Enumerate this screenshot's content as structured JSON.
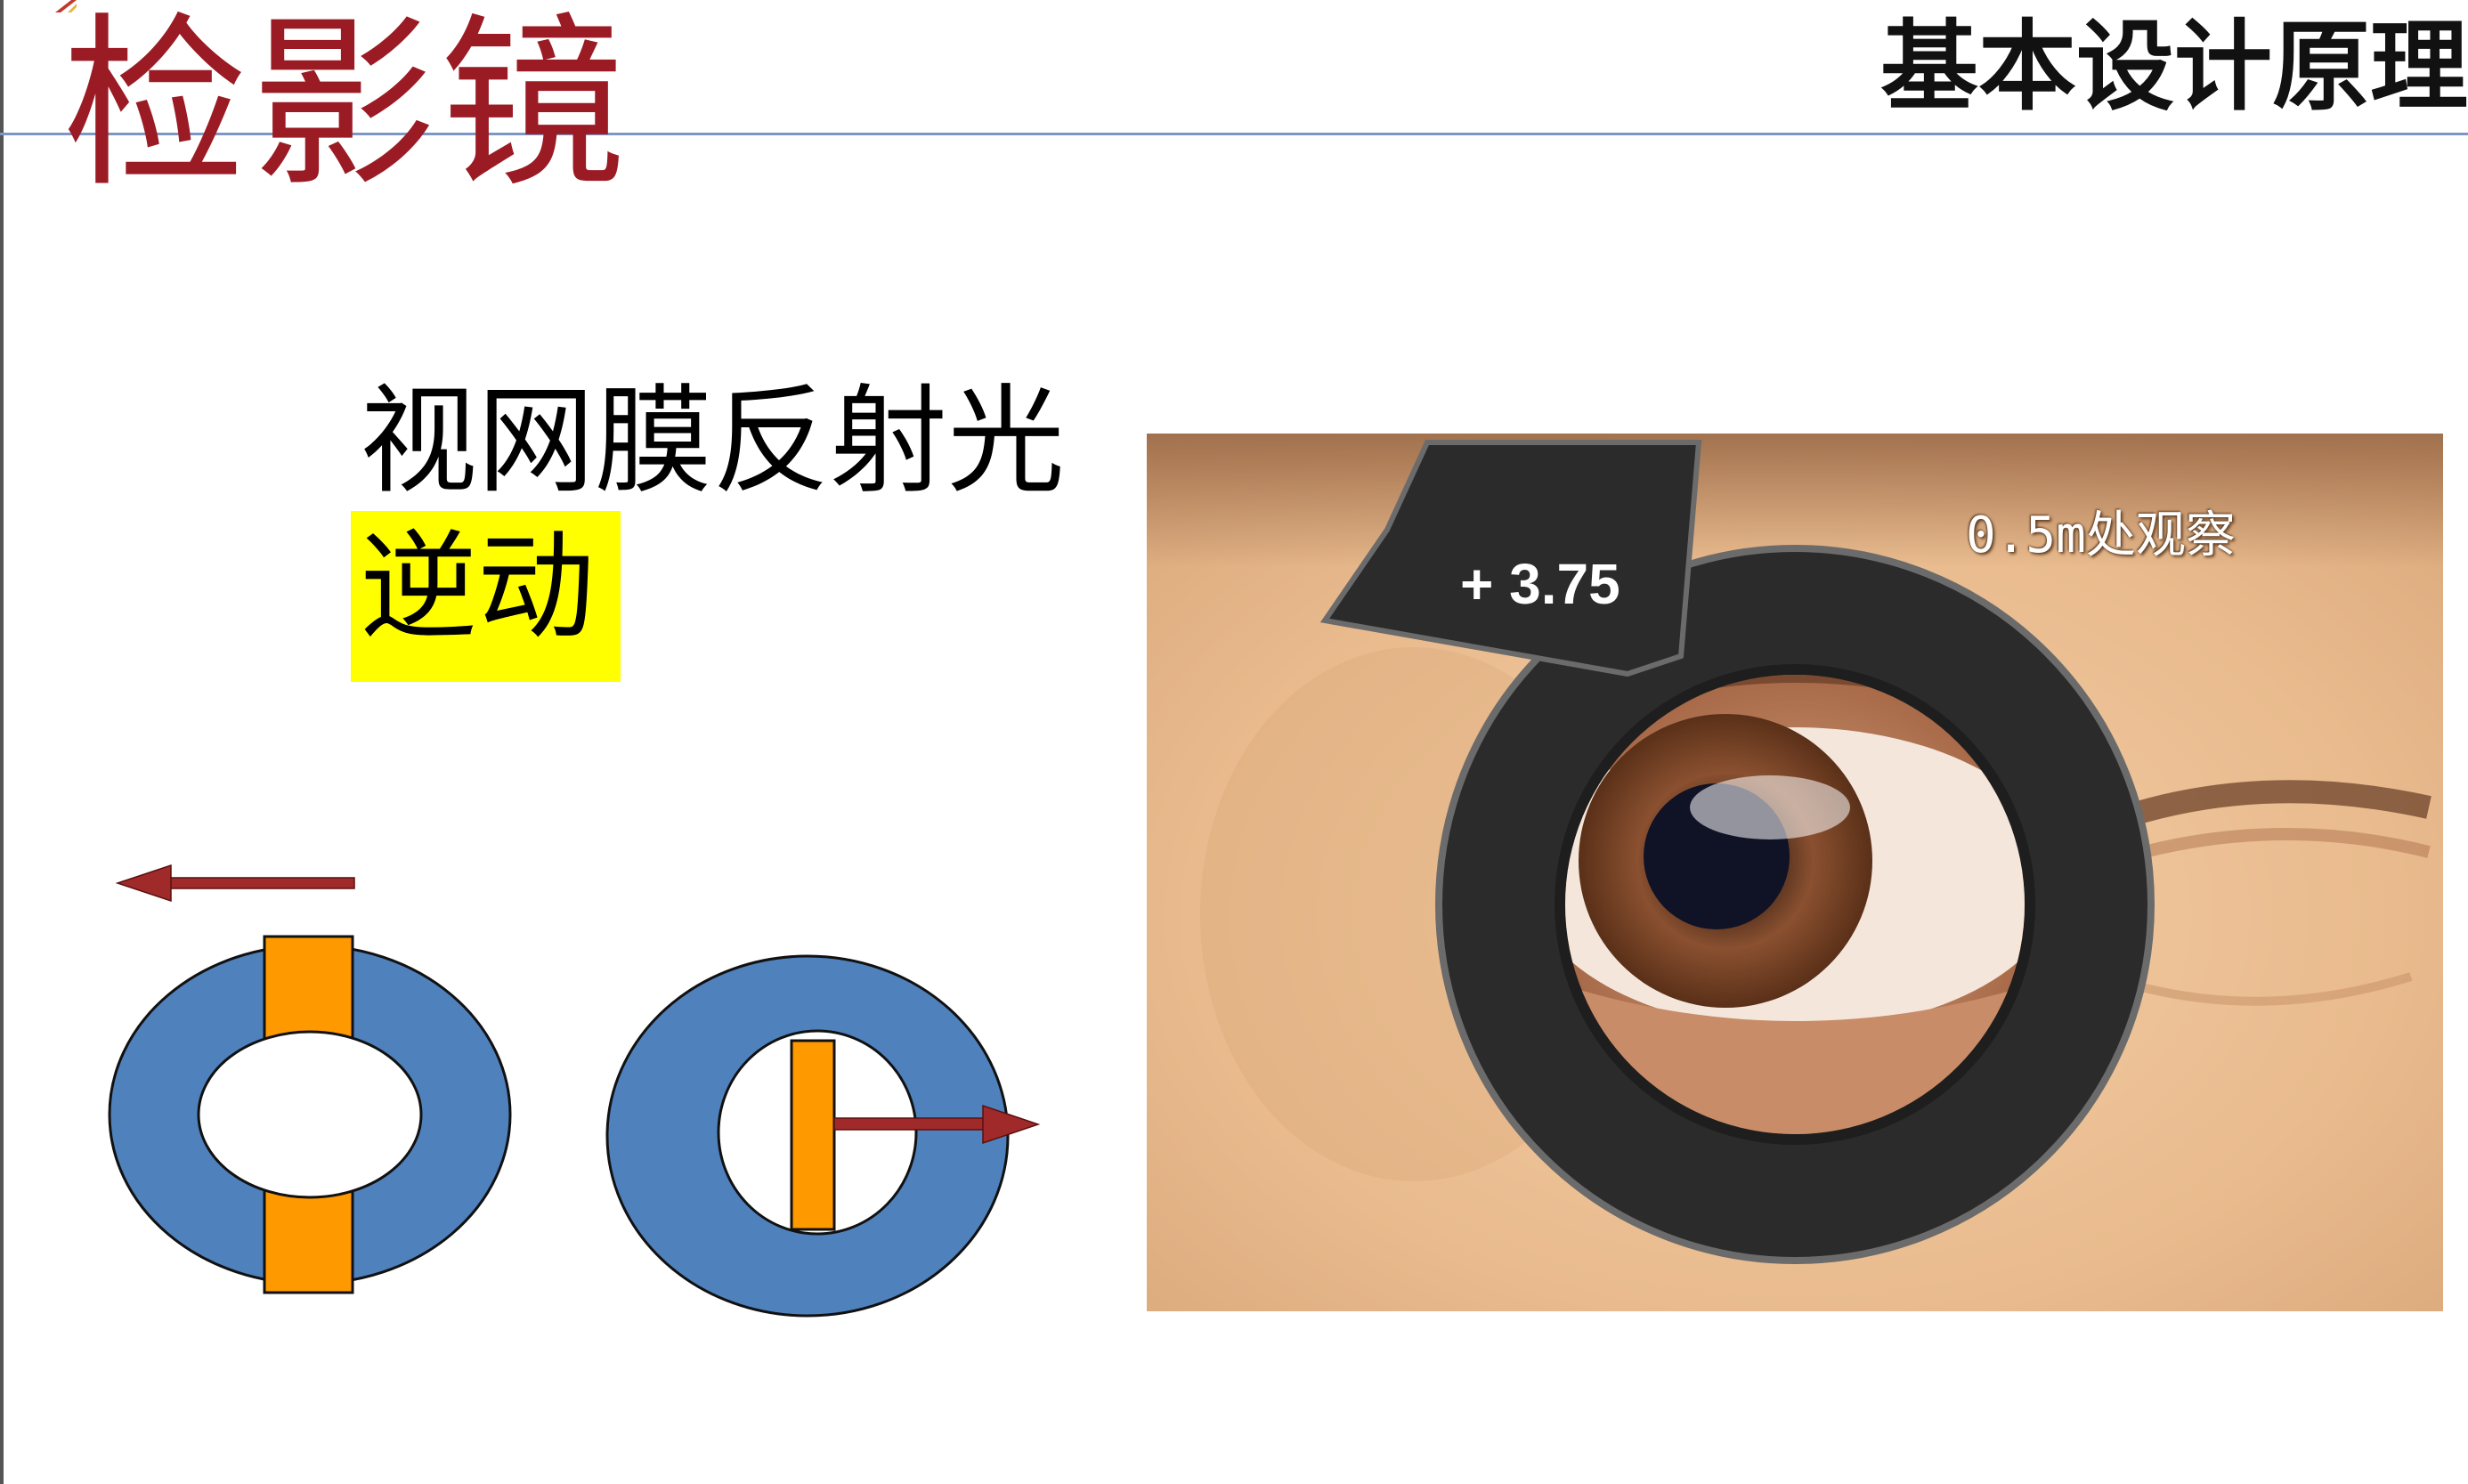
{
  "header": {
    "title": "检影镜",
    "section": "基本设计原理"
  },
  "caption": {
    "line1": "视网膜反射光",
    "line2": "逆动"
  },
  "photo": {
    "lens_reading": "+ 3.75",
    "distance_note": "0.5m处观察"
  },
  "colors": {
    "title_red": "#9b1b24",
    "highlight_yellow": "#ffff00",
    "ring_blue": "#4f81bd",
    "bar_orange": "#ff9900",
    "arrow_red": "#a02a2a",
    "lens_ring": "#2b2b2b",
    "skin": "#e9bb8e"
  },
  "icons": [
    "left-arrow-icon",
    "right-arrow-icon"
  ]
}
